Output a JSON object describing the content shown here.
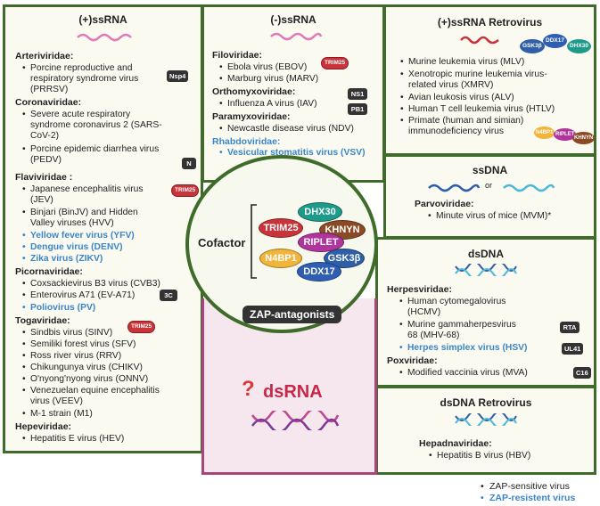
{
  "pos_ssrna": {
    "title": "(+)ssRNA",
    "arteriviridae": "Arteriviridae:",
    "prrsv": [
      "Porcine reproductive and",
      "respiratory syndrome virus",
      "(PRRSV)"
    ],
    "coronaviridae": "Coronaviridae:",
    "sarscov2": [
      "Severe acute respiratory",
      "syndrome coronavirus 2 (SARS-",
      "CoV-2)"
    ],
    "pedv": [
      "Porcine epidemic diarrhea virus",
      "(PEDV)"
    ],
    "flaviviridae": "Flaviviridae :",
    "jev": [
      "Japanese encephalitis virus",
      "(JEV)"
    ],
    "binjv": [
      "Binjari (BinJV) and Hidden",
      "Valley viruses (HVV)"
    ],
    "yfv": "Yellow fever virus (YFV)",
    "denv": "Dengue virus (DENV)",
    "zikv": "Zika virus (ZIKV)",
    "picornaviridae": "Picornaviridae:",
    "cvb3": "Coxsackievirus B3 virus (CVB3)",
    "eva71": "Enterovirus A71 (EV-A71)",
    "pv": "Poliovirus (PV)",
    "togaviridae": "Togaviridae:",
    "sinv": "Sindbis virus (SINV)",
    "sfv": "Semiliki forest virus (SFV)",
    "rrv": "Ross river virus (RRV)",
    "chikv": "Chikungunya virus (CHIKV)",
    "onnv": "O'nyong'nyong virus (ONNV)",
    "veev": [
      "Venezuelan equine encephalitis",
      "virus (VEEV)"
    ],
    "m1": "M-1 strain (M1)",
    "hepeviridae": "Hepeviridae:",
    "hev": "Hepatitis E virus (HEV)"
  },
  "neg_ssrna": {
    "title": "(-)ssRNA",
    "filoviridae": "Filoviridae:",
    "ebov": "Ebola virus (EBOV)",
    "marv": "Marburg virus (MARV)",
    "orthomyxoviridae": "Orthomyxoviridae:",
    "iav": "Influenza A virus (IAV)",
    "paramyxoviridae": "Paramyxoviridae:",
    "ndv": "Newcastle disease virus (NDV)",
    "rhabdoviridae": "Rhabdoviridae:",
    "vsv": "Vesicular stomatitis virus (VSV)"
  },
  "retro": {
    "title": "(+)ssRNA Retrovirus",
    "mlv": "Murine leukemia virus (MLV)",
    "xmrv": [
      "Xenotropic murine leukemia virus-",
      "related virus (XMRV)"
    ],
    "alv": "Avian leukosis virus (ALV)",
    "htlv": "Human T cell leukemia virus (HTLV)",
    "primate": [
      "Primate (human and simian)",
      "immunodeficiency virus"
    ]
  },
  "ssdna": {
    "title": "ssDNA",
    "or": "or",
    "parvoviridae": "Parvoviridae:",
    "mvm": "Minute virus of mice (MVM)*"
  },
  "dsdna": {
    "title": "dsDNA",
    "herpesviridae": "Herpesviridae:",
    "hcmv": [
      "Human cytomegalovirus",
      "(HCMV)"
    ],
    "mhv68": [
      "Murine gammaherpesvirus",
      "68 (MHV-68)"
    ],
    "hsv": "Herpes simplex virus (HSV)",
    "poxviridae": "Poxviridae:",
    "mva": "Modified vaccinia virus (MVA)"
  },
  "dsdna_retro": {
    "title": "dsDNA Retrovirus",
    "hepadnaviridae": "Hepadnaviridae:",
    "hbv": "Hepatitis B virus (HBV)"
  },
  "dsrna": {
    "q": "?",
    "title": "dsRNA"
  },
  "center": {
    "cofactor": "Cofactor",
    "antagonists": "ZAP-antagonists",
    "ovals": {
      "dhx30": "DHX30",
      "trim25": "TRIM25",
      "khnyn": "KHNYN",
      "riplet": "RIPLET",
      "n4bp1": "N4BP1",
      "gsk3b": "GSK3β",
      "ddx17": "DDX17"
    }
  },
  "tags": {
    "nsp4": "Nsp4",
    "n": "N",
    "c3": "3C",
    "ns1": "NS1",
    "pb1": "PB1",
    "rta": "RTA",
    "ul41": "UL41",
    "c16": "C16",
    "trim25": "TRIM25",
    "riplet": "RIPLET",
    "khnyn": "KHNYN",
    "n4bp1": "N4BP1",
    "gsk3b": "GSK3β",
    "ddx17": "DDX17",
    "dhx30": "DHX30"
  },
  "legend": {
    "sensitive": "ZAP-sensitive virus",
    "resistant": "ZAP-resistent virus"
  },
  "colors": {
    "frame": "#3f6b2b",
    "panel": "#fbfaf1",
    "blue_text": "#3a86c8",
    "dsrna_panel": "#f6e7ee",
    "dsrna_border": "#a8457a",
    "trim25": "#c9343a",
    "dhx30": "#1d9a8a",
    "khnyn": "#8a4a26",
    "riplet": "#b0359c",
    "n4bp1": "#f2b43a",
    "gsk3b": "#2e5fa8",
    "ddx17": "#2f5fb5"
  }
}
